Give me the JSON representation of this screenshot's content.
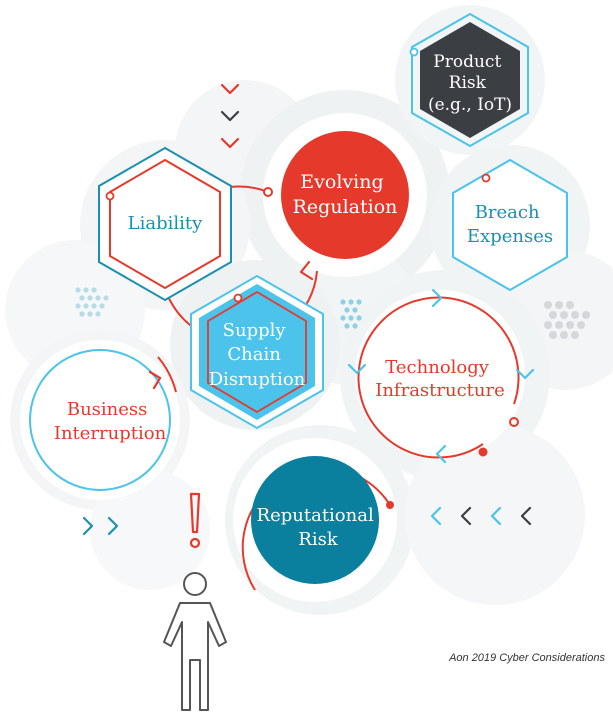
{
  "colors": {
    "red": "#e53a2b",
    "blue": "#1b8fb0",
    "light_blue": "#4cc3ea",
    "dark_teal": "#0a7f9e",
    "charcoal": "#3b3f44",
    "pale_circle": "#eef1f3",
    "gray": "#555555"
  },
  "nodes": {
    "product_risk": {
      "lines": [
        "Product",
        "Risk",
        "(e.g., IoT)"
      ]
    },
    "liability": {
      "lines": [
        "Liability"
      ]
    },
    "evolving_regulation": {
      "lines": [
        "Evolving",
        "Regulation"
      ]
    },
    "breach_expenses": {
      "lines": [
        "Breach",
        "Expenses"
      ]
    },
    "supply_chain": {
      "lines": [
        "Supply",
        "Chain",
        "Disruption"
      ]
    },
    "technology_infrastructure": {
      "lines": [
        "Technology",
        "Infrastructure"
      ]
    },
    "business_interruption": {
      "lines": [
        "Business",
        "Interruption"
      ]
    },
    "reputational_risk": {
      "lines": [
        "Reputational",
        "Risk"
      ]
    }
  },
  "caption": "Aon 2019 Cyber Considerations"
}
